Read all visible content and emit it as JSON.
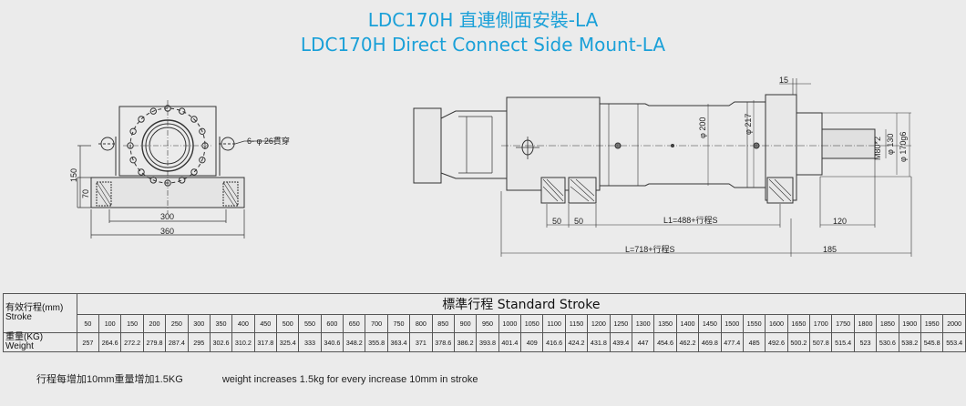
{
  "title_zh": "LDC170H 直連側面安裝-LA",
  "title_en": "LDC170H Direct Connect Side Mount-LA",
  "front_view": {
    "hole_note": "6- φ 26貫穿",
    "dim_width_bolt": "300",
    "dim_width_total": "360",
    "dim_height_total": "150",
    "dim_height_base": "70"
  },
  "side_view": {
    "dim_top": "15",
    "dia_200": "φ 200",
    "dia_217": "φ 217",
    "thread": "M80*2",
    "dia_130": "φ 130",
    "dia_170": "φ 170g6",
    "dim_50a": "50",
    "dim_50b": "50",
    "dim_l1": "L1=488+行程S",
    "dim_120": "120",
    "dim_l": "L=718+行程S",
    "dim_185": "185"
  },
  "table": {
    "header": "標準行程 Standard Stroke",
    "stroke_label_zh": "有效行程(mm)",
    "stroke_label_en": "Stroke",
    "weight_label_zh": "重量(KG)",
    "weight_label_en": "Weight",
    "strokes": [
      "50",
      "100",
      "150",
      "200",
      "250",
      "300",
      "350",
      "400",
      "450",
      "500",
      "550",
      "600",
      "650",
      "700",
      "750",
      "800",
      "850",
      "900",
      "950",
      "1000",
      "1050",
      "1100",
      "1150",
      "1200",
      "1250",
      "1300",
      "1350",
      "1400",
      "1450",
      "1500",
      "1550",
      "1600",
      "1650",
      "1700",
      "1750",
      "1800",
      "1850",
      "1900",
      "1950",
      "2000"
    ],
    "weights": [
      "257",
      "264.6",
      "272.2",
      "279.8",
      "287.4",
      "295",
      "302.6",
      "310.2",
      "317.8",
      "325.4",
      "333",
      "340.6",
      "348.2",
      "355.8",
      "363.4",
      "371",
      "378.6",
      "386.2",
      "393.8",
      "401.4",
      "409",
      "416.6",
      "424.2",
      "431.8",
      "439.4",
      "447",
      "454.6",
      "462.2",
      "469.8",
      "477.4",
      "485",
      "492.6",
      "500.2",
      "507.8",
      "515.4",
      "523",
      "530.6",
      "538.2",
      "545.8",
      "553.4"
    ]
  },
  "footer": {
    "note_zh": "行程每增加10mm重量增加1.5KG",
    "note_en": "weight increases 1.5kg for every increase 10mm in stroke"
  },
  "colors": {
    "title": "#1aa0d8",
    "background": "#ebebeb",
    "line": "#333333"
  }
}
